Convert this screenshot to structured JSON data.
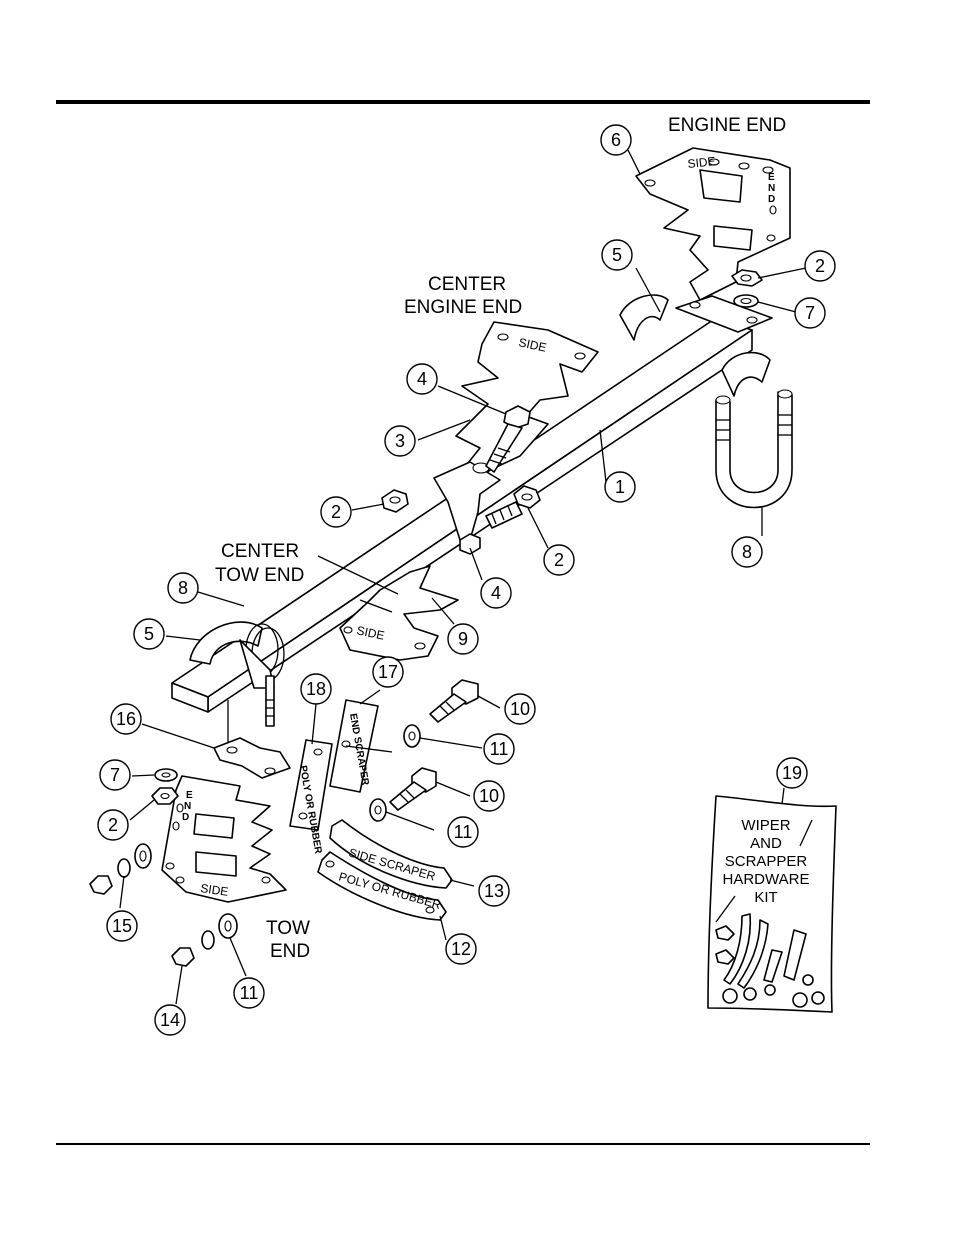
{
  "labels": {
    "engine_end": "ENGINE END",
    "center_engine_end": [
      "CENTER",
      "ENGINE END"
    ],
    "center_tow_end": [
      "CENTER",
      "TOW END"
    ],
    "tow_end": [
      "TOW",
      "END"
    ]
  },
  "stamps": {
    "side": "SIDE",
    "end": "END",
    "side_scraper": "SIDE SCRAPER",
    "poly_or_rubber": "POLY OR RUBBER",
    "end_scraper": [
      "END",
      "SCRAPER"
    ],
    "poly_rubber": [
      "POLY",
      "OR",
      "RUBBER"
    ]
  },
  "kit": {
    "lines": [
      "WIPER",
      "AND",
      "SCRAPPER",
      "HARDWARE",
      "KIT"
    ]
  },
  "callouts": [
    "1",
    "2",
    "2",
    "2",
    "2",
    "3",
    "4",
    "4",
    "5",
    "5",
    "6",
    "7",
    "7",
    "8",
    "8",
    "9",
    "10",
    "10",
    "11",
    "11",
    "11",
    "12",
    "13",
    "14",
    "15",
    "16",
    "17",
    "18",
    "19"
  ]
}
